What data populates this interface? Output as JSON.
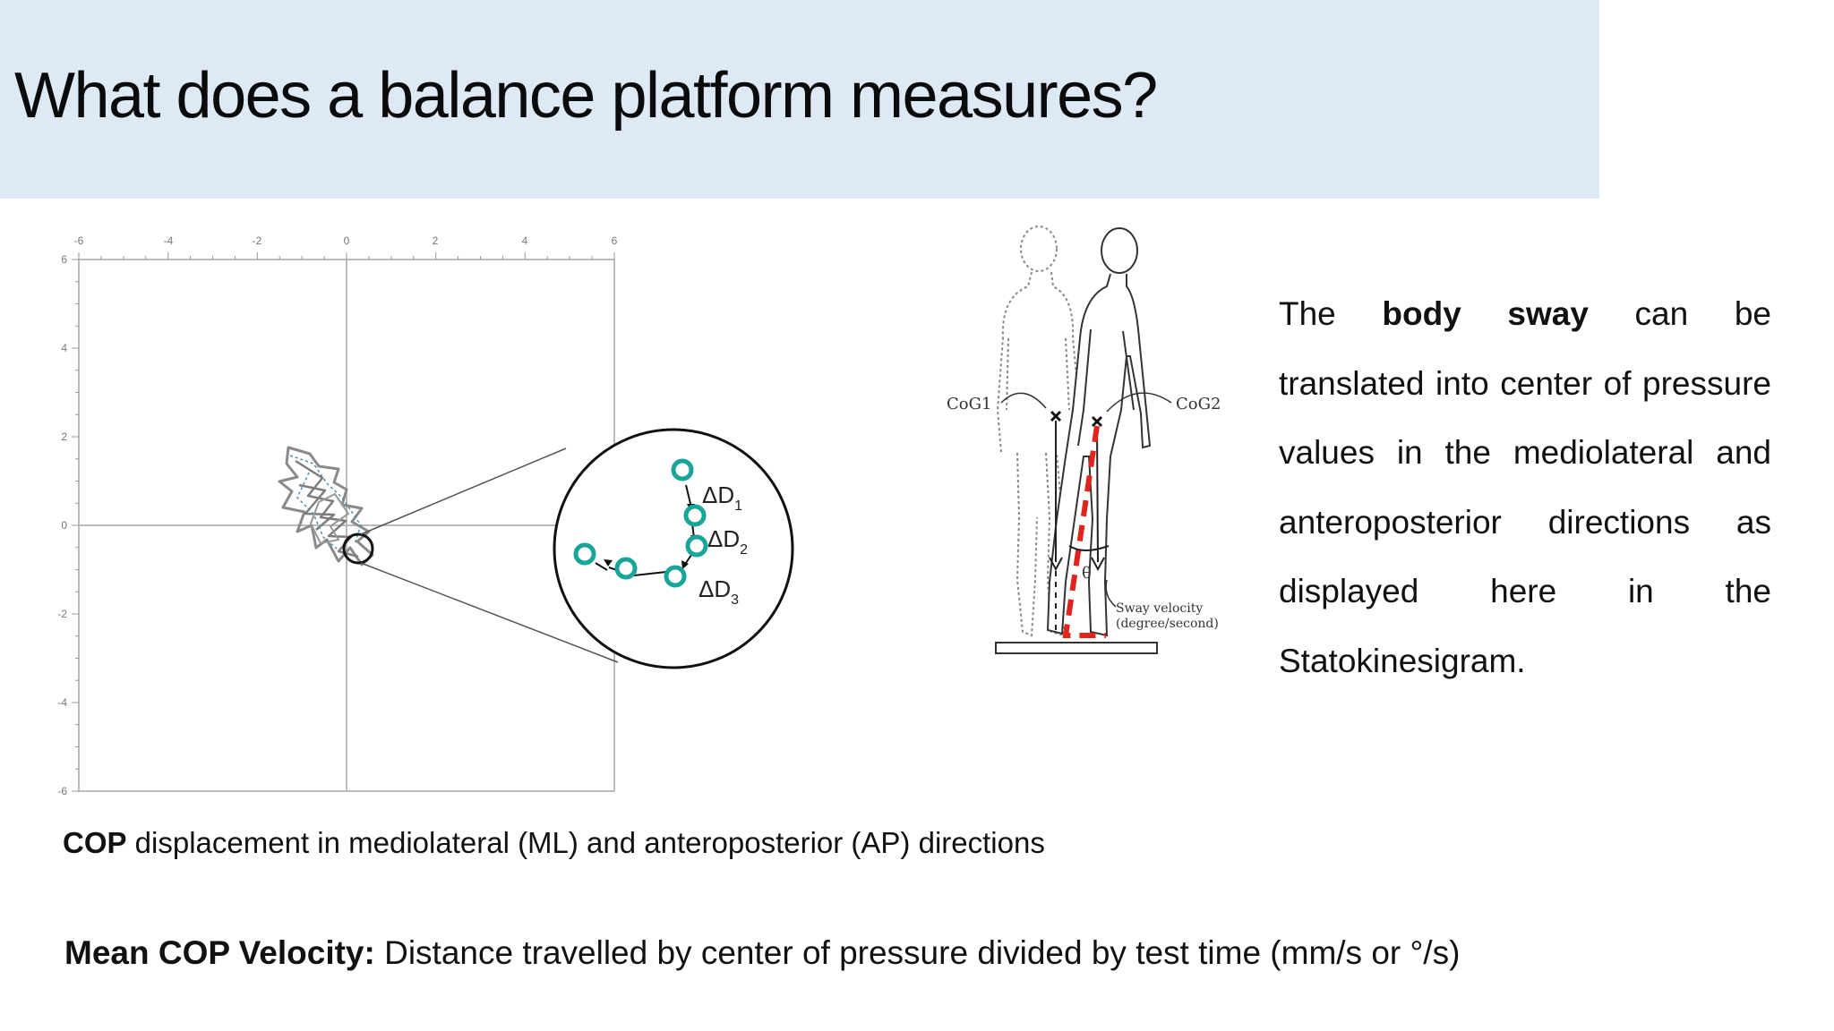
{
  "slide": {
    "title": "What does a balance platform measures?"
  },
  "plot": {
    "x_ticks": [
      "-6",
      "-4",
      "-2",
      "0",
      "2",
      "4",
      "6"
    ],
    "y_ticks": [
      "6",
      "4",
      "2",
      "0",
      "-2",
      "-4",
      "-6"
    ],
    "zoom_labels": [
      {
        "main": "ΔD",
        "sub": "1"
      },
      {
        "main": "ΔD",
        "sub": "2"
      },
      {
        "main": "ΔD",
        "sub": "3"
      }
    ],
    "colors": {
      "points": "#1aa59a",
      "trace": "#8a8a8a",
      "axis": "#bbbbbb"
    }
  },
  "figure": {
    "cog1": "CoG1",
    "cog2": "CoG2",
    "theta": "θ",
    "sway_line1": "Sway velocity",
    "sway_line2": "(degree/second)",
    "colors": {
      "sway_line": "#e0241b"
    }
  },
  "body_text": {
    "pre": "The ",
    "bold": "body sway",
    "post": " can be translated into center of pressure values in the mediolateral and anteroposterior directions as displayed here in the Statokinesigram."
  },
  "captions": {
    "cop_bold": "COP",
    "cop_rest": " displacement in mediolateral (ML) and anteroposterior (AP) directions",
    "velocity_bold": "Mean COP Velocity:",
    "velocity_rest": " Distance travelled by center of pressure divided by test time (mm/s or °/s)"
  }
}
